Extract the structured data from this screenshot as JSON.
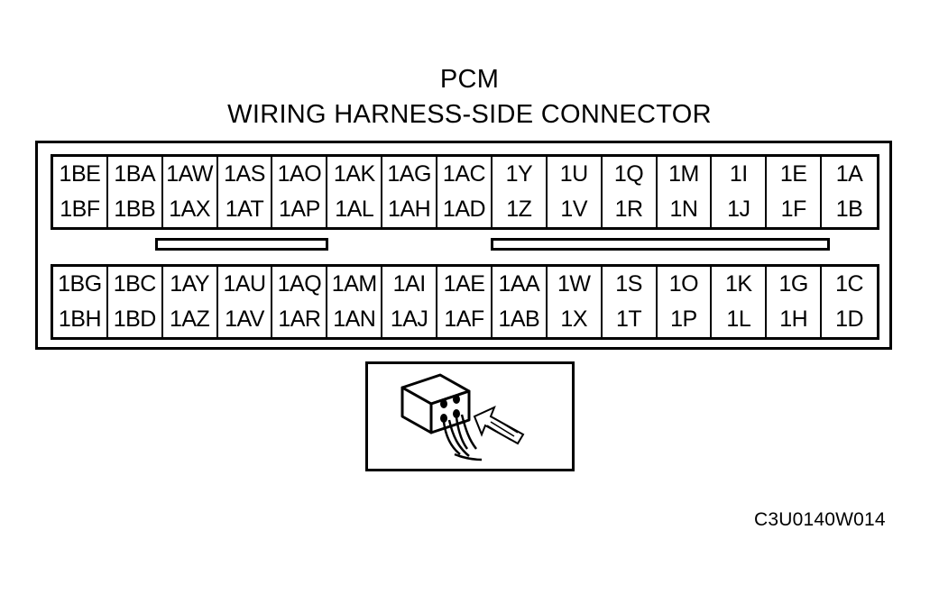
{
  "title": "PCM",
  "subtitle": "WIRING HARNESS-SIDE CONNECTOR",
  "connector": {
    "top_block": {
      "row1": [
        "1BE",
        "1BA",
        "1AW",
        "1AS",
        "1AO",
        "1AK",
        "1AG",
        "1AC",
        "1Y",
        "1U",
        "1Q",
        "1M",
        "1I",
        "1E",
        "1A"
      ],
      "row2": [
        "1BF",
        "1BB",
        "1AX",
        "1AT",
        "1AP",
        "1AL",
        "1AH",
        "1AD",
        "1Z",
        "1V",
        "1R",
        "1N",
        "1J",
        "1F",
        "1B"
      ]
    },
    "bottom_block": {
      "row1": [
        "1BG",
        "1BC",
        "1AY",
        "1AU",
        "1AQ",
        "1AM",
        "1AI",
        "1AE",
        "1AA",
        "1W",
        "1S",
        "1O",
        "1K",
        "1G",
        "1C"
      ],
      "row2": [
        "1BH",
        "1BD",
        "1AZ",
        "1AV",
        "1AR",
        "1AN",
        "1AJ",
        "1AF",
        "1AB",
        "1X",
        "1T",
        "1P",
        "1L",
        "1H",
        "1D"
      ]
    }
  },
  "inset_icon": "connector-probe-icon",
  "figure_code": "C3U0140W014"
}
